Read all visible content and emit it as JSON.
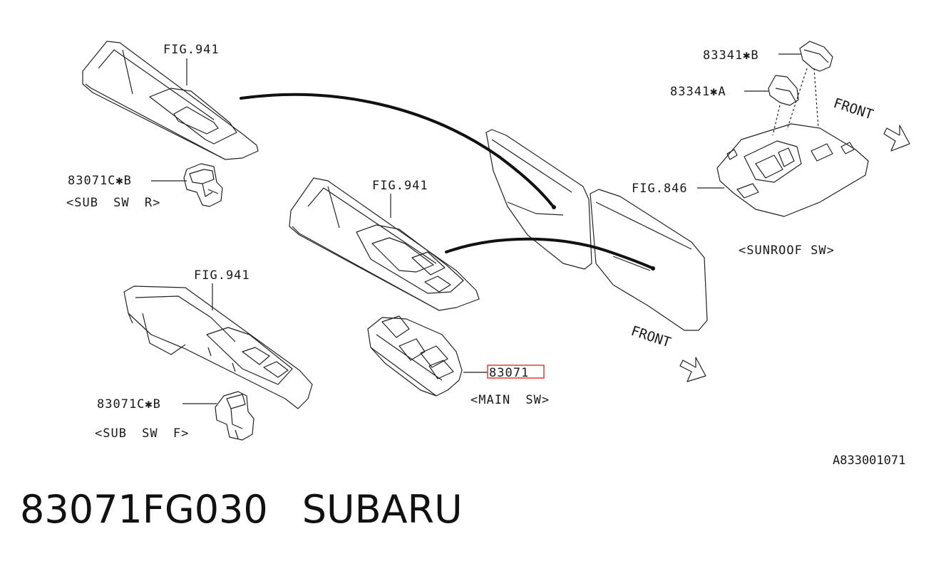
{
  "labels": {
    "fig941_top": "FIG.941",
    "fig941_mid": "FIG.941",
    "fig941_low": "FIG.941",
    "fig846": "FIG.846",
    "part_83341b": "83341✱B",
    "part_83341a": "83341✱A",
    "part_83071c_r": "83071C✱B",
    "sub_sw_r": "<SUB SW R>",
    "part_83071c_f": "83071C✱B",
    "sub_sw_f": "<SUB SW F>",
    "part_83071": "83071",
    "main_sw": "<MAIN SW>",
    "sunroof_sw": "<SUNROOF SW>",
    "front_1": "FRONT",
    "front_2": "FRONT",
    "diagram_ref": "A833001071"
  },
  "footer": {
    "part_number": "83071FG030",
    "brand": "SUBARU"
  },
  "colors": {
    "highlight": "#e53935",
    "ink": "#1a1a1a"
  }
}
